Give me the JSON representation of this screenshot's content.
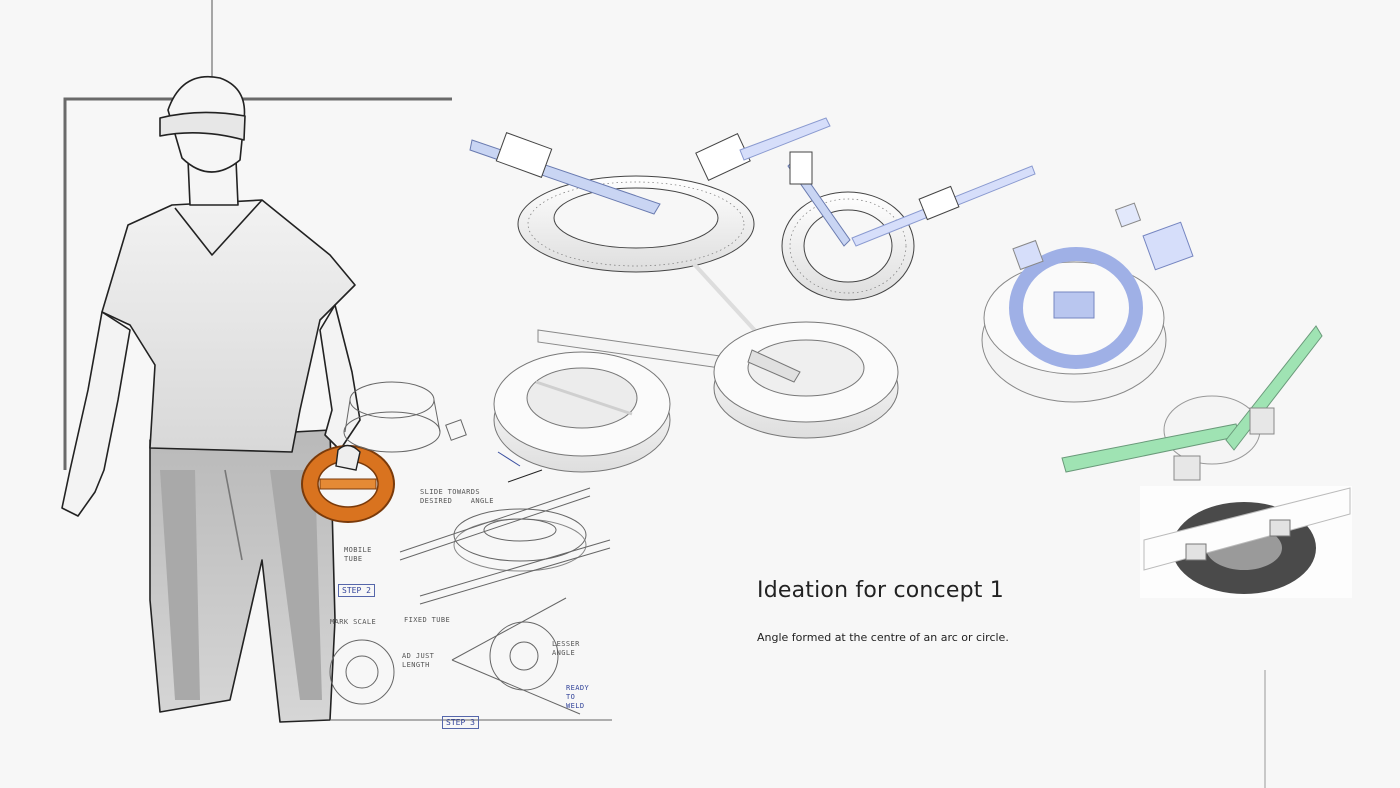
{
  "caption": {
    "title": "Ideation for concept 1",
    "subtitle": "Angle formed at the centre of an arc or circle."
  },
  "sketch_notes": {
    "slide": "SLIDE TOWARDS\nDESIRED    ANGLE",
    "mobile_tube": "MOBILE\nTUBE",
    "step2": "STEP 2",
    "mark_scale": "MARK SCALE",
    "fixed_tube": "FIXED TUBE",
    "adjust_length": "AD JUST\nLENGTH",
    "lesser_angle": "LESSER\nANGLE",
    "ready_to_weld": "READY\nTO\nWELD",
    "step3": "STEP 3"
  },
  "colors": {
    "background": "#f7f7f7",
    "accent_orange": "#d9731f",
    "accent_blue": "#b9c6ef",
    "accent_green": "#9fe3b3",
    "dark_disc": "#4a4a4a"
  }
}
